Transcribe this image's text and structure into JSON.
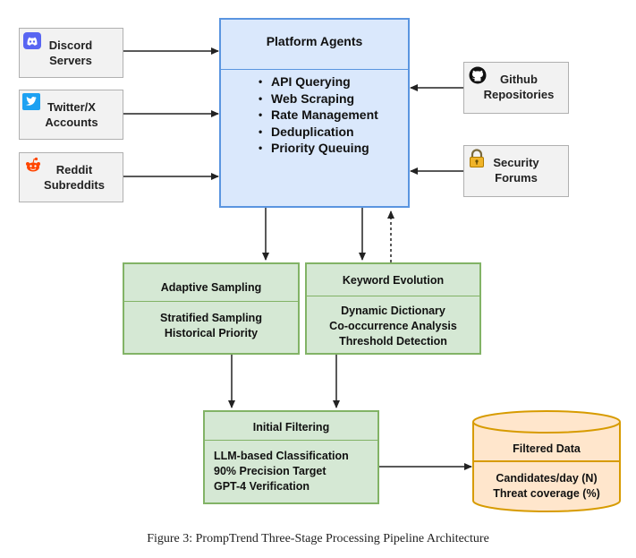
{
  "sources_left": [
    {
      "id": "discord",
      "label_line1": "Discord",
      "label_line2": "Servers",
      "icon": "discord-icon"
    },
    {
      "id": "twitter",
      "label_line1": "Twitter/X",
      "label_line2": "Accounts",
      "icon": "twitter-icon"
    },
    {
      "id": "reddit",
      "label_line1": "Reddit",
      "label_line2": "Subreddits",
      "icon": "reddit-icon"
    }
  ],
  "sources_right": [
    {
      "id": "github",
      "label_line1": "Github",
      "label_line2": "Repositories",
      "icon": "github-icon"
    },
    {
      "id": "security",
      "label_line1": "Security",
      "label_line2": "Forums",
      "icon": "lock-icon"
    }
  ],
  "platform_agents": {
    "title": "Platform Agents",
    "items": [
      "API Querying",
      "Web Scraping",
      "Rate Management",
      "Deduplication",
      "Priority Queuing"
    ]
  },
  "adaptive_sampling": {
    "title": "Adaptive Sampling",
    "lines": [
      "Stratified Sampling",
      "Historical Priority"
    ]
  },
  "keyword_evolution": {
    "title": "Keyword Evolution",
    "lines": [
      "Dynamic Dictionary",
      "Co-occurrence Analysis",
      "Threshold Detection"
    ]
  },
  "initial_filtering": {
    "title": "Initial Filtering",
    "lines": [
      "LLM-based Classification",
      "90% Precision Target",
      "GPT-4 Verification"
    ]
  },
  "filtered_data": {
    "title": "Filtered Data",
    "lines": [
      "Candidates/day (N)",
      "Threat coverage (%)"
    ]
  },
  "caption": "Figure 3: PrompTrend Three-Stage Processing Pipeline Architecture",
  "colors": {
    "agents_fill": "#dae8fc",
    "agents_stroke": "#5a95e0",
    "stage_fill": "#d5e8d4",
    "stage_stroke": "#82b366",
    "data_fill": "#ffe6cc",
    "data_stroke": "#d79b00",
    "source_fill": "#f2f2f2",
    "source_stroke": "#b0b0b0"
  }
}
